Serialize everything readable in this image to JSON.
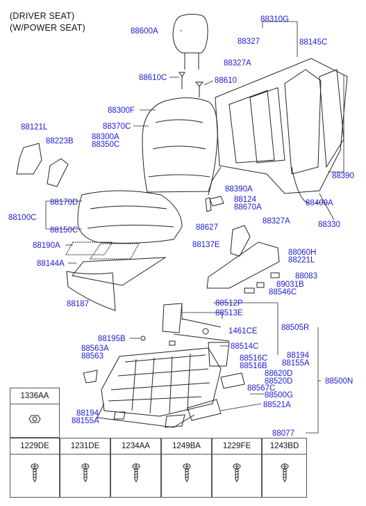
{
  "header": {
    "line1": "(DRIVER SEAT)",
    "line2": "(W/POWER SEAT)"
  },
  "labels": {
    "l88600A": "88600A",
    "l88310G": "88310G",
    "l88327a": "88327",
    "l88145C": "88145C",
    "l88327A": "88327A",
    "l88610C": "88610C",
    "l88610": "88610",
    "l88300F": "88300F",
    "l88370C": "88370C",
    "l88300A": "88300A",
    "l88350C": "88350C",
    "l88121L": "88121L",
    "l88223B": "88223B",
    "l88390": "88390",
    "l88390A": "88390A",
    "l88124": "88124",
    "l88670A": "88670A",
    "l88400A": "88400A",
    "l88170D": "88170D",
    "l88100C": "88100C",
    "l88150C": "88150C",
    "l88627": "88627",
    "l88327A2": "88327A",
    "l88330": "88330",
    "l88190A": "88190A",
    "l88137E": "88137E",
    "l88060H": "88060H",
    "l88221L": "88221L",
    "l88144A": "88144A",
    "l88083": "88083",
    "l89031B": "89031B",
    "l88546C": "88546C",
    "l88187": "88187",
    "l88512P": "88512P",
    "l88513E": "88513E",
    "l88505R": "88505R",
    "l1461CE": "1461CE",
    "l88195B": "88195B",
    "l88514C": "88514C",
    "l88563A": "88563A",
    "l88563": "88563",
    "l88194": "88194",
    "l88516C": "88516C",
    "l88155A": "88155A",
    "l88516B": "88516B",
    "l88620D": "88620D",
    "l88520D": "88520D",
    "l88500N": "88500N",
    "l88567C": "88567C",
    "l88500G": "88500G",
    "l88521A": "88521A",
    "l88194b": "88194",
    "l88155Ab": "88155A",
    "l88077": "88077"
  },
  "fastener_table": {
    "top_cell": "1336AA",
    "cells": [
      "1229DE",
      "1231DE",
      "1234AA",
      "1249BA",
      "1229FE",
      "1243BD"
    ]
  }
}
